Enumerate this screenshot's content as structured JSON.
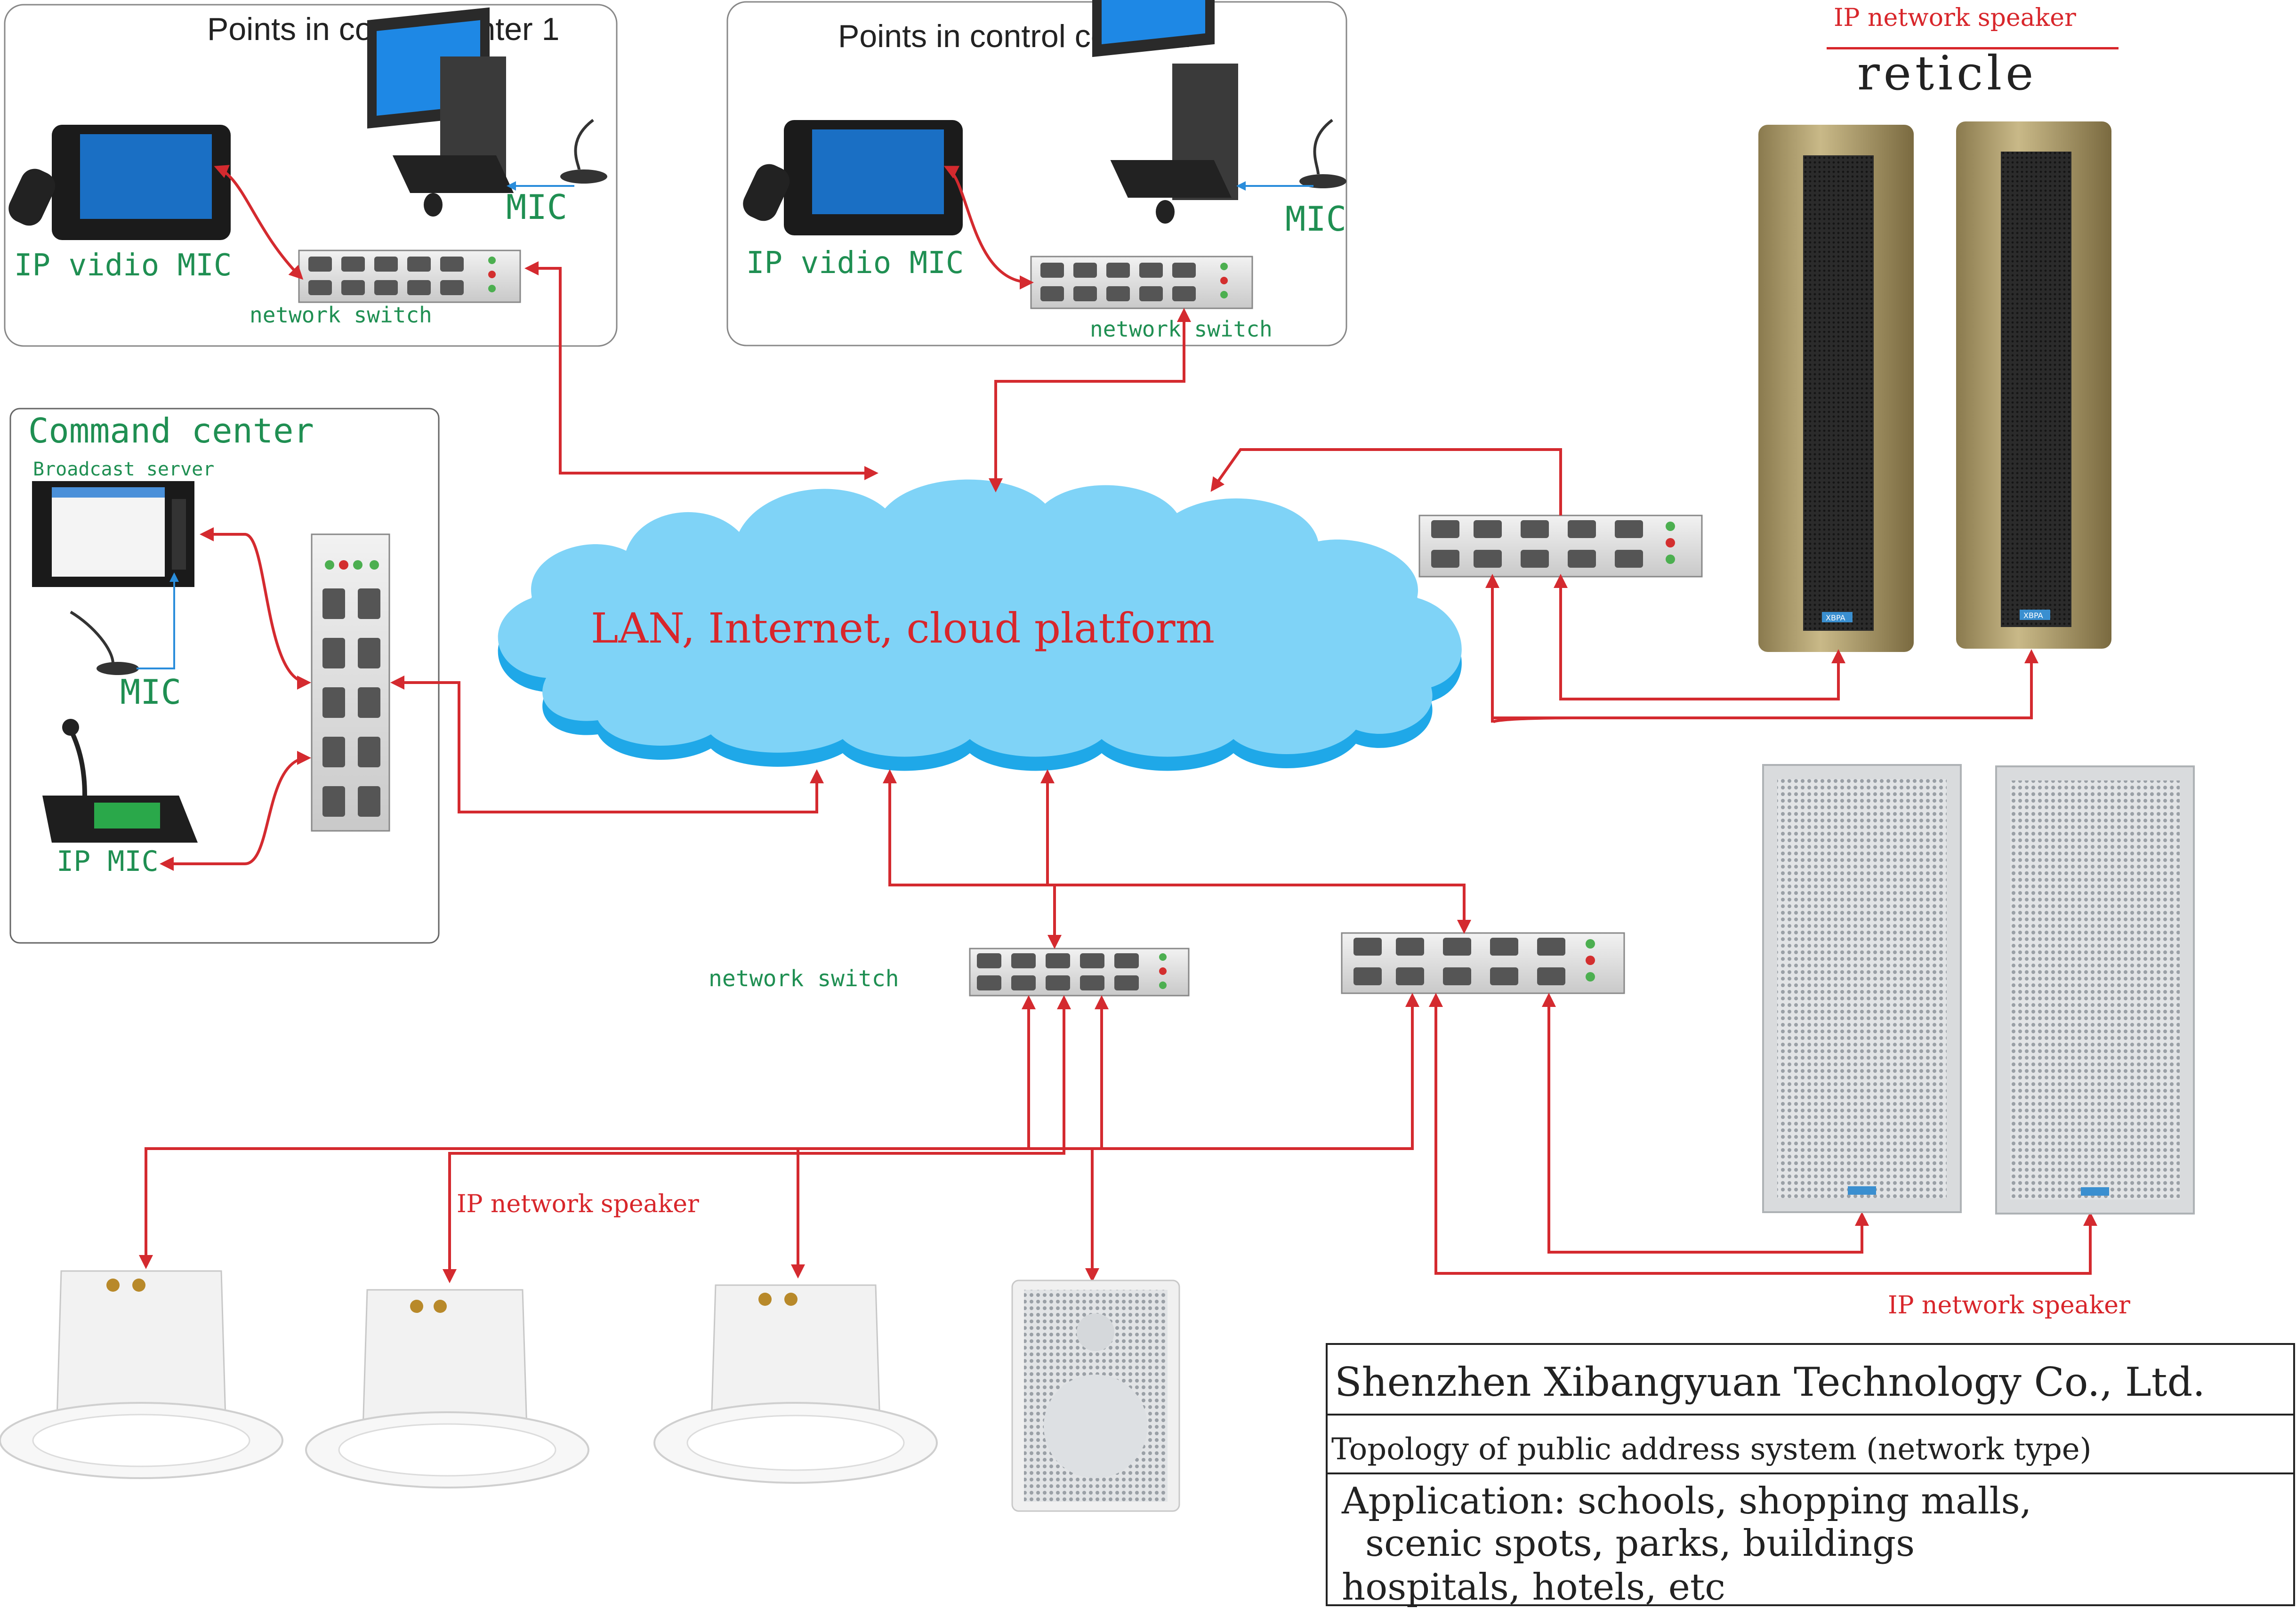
{
  "control_center_1": {
    "title": "Points in control center 1",
    "mic_label": "MIC",
    "video_mic_label": "IP vidio MIC",
    "switch_label": "network switch"
  },
  "control_center_2": {
    "title": "Points in control center 2",
    "mic_label": "MIC",
    "video_mic_label": "IP vidio MIC",
    "switch_label": "network switch"
  },
  "command_center": {
    "title": "Command center",
    "server_label": "Broadcast server",
    "mic_label": "MIC",
    "ip_mic_label": "IP MIC"
  },
  "cloud": {
    "label": "LAN, Internet, cloud platform"
  },
  "column_speakers": {
    "title": "IP network speaker",
    "subtitle": "reticle",
    "brand": "XBPA"
  },
  "bottom": {
    "switch_label": "network switch",
    "ceiling_speakers_label": "IP network speaker",
    "wall_speakers_label": "IP network speaker"
  },
  "info_box": {
    "company": "Shenzhen Xibangyuan Technology Co., Ltd.",
    "topology": "Topology of public address system (network type)",
    "application_line1": "Application: schools, shopping malls,",
    "application_line2": "scenic spots, parks, buildings",
    "application_line3": "hospitals, hotels, etc"
  },
  "colors": {
    "wire": "#d42a2f",
    "cloud": "#7fd3f7",
    "label_green": "#1f8f52",
    "label_red": "#d8262b"
  }
}
